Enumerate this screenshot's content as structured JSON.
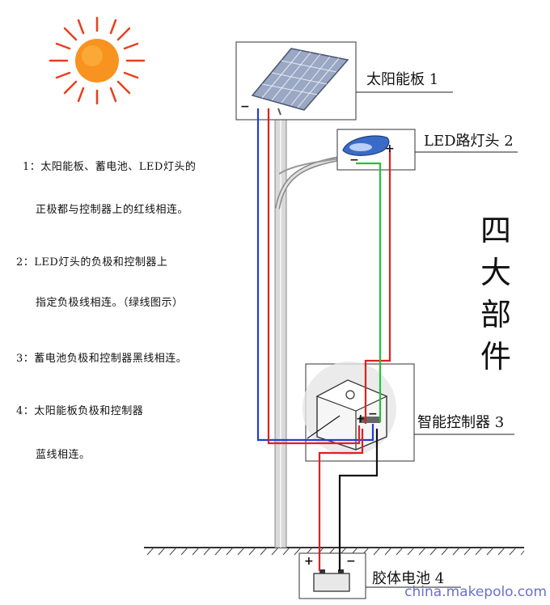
{
  "parts": {
    "panel": "太阳能板 1",
    "lamp": "LED路灯头 2",
    "controller": "智能控制器 3",
    "battery": "胶体电池 4"
  },
  "side_title": [
    "四",
    "大",
    "部",
    "件"
  ],
  "notes": [
    "1：太阳能板、蓄电池、LED灯头的",
    "正极都与控制器上的红线相连。",
    "2：LED灯头的负极和控制器上",
    "指定负极线相连。（绿线图示）",
    "3：蓄电池负极和控制器黑线相连。",
    "4：太阳能板负极和控制器",
    "蓝线相连。"
  ],
  "symbols": {
    "minus": "−",
    "plus": "+"
  },
  "watermark": "china.makepolo.com",
  "colors": {
    "positive_wire": "#e02020",
    "negative_lamp_wire": "#22c040",
    "negative_battery_wire": "#111111",
    "negative_panel_wire": "#1f3fd0",
    "sun": "#f7931e",
    "panel": "#9aa8c4"
  }
}
